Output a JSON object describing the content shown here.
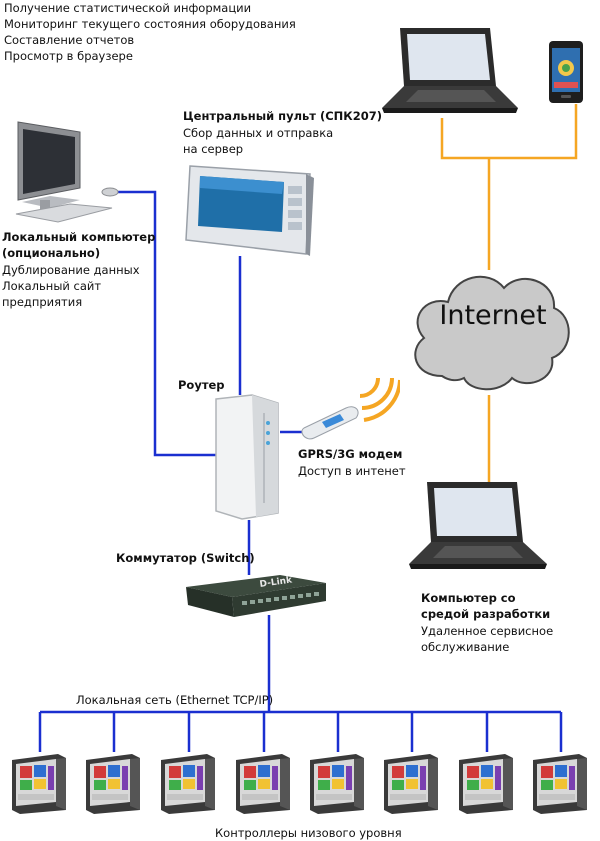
{
  "top_info": {
    "line1": "Получение статистической информации",
    "line2": "Мониторинг текущего состояния оборудования",
    "line3": "Составление отчетов",
    "line4": "Просмотр в браузере"
  },
  "central_panel": {
    "title": "Центральный пульт (СПК207)",
    "desc1": "Сбор данных и отправка",
    "desc2": "на сервер"
  },
  "local_pc": {
    "title1": "Локальный компьютер",
    "title2": "(опционально)",
    "desc1": "Дублирование данных",
    "desc2": "Локальный сайт",
    "desc3": "предприятия"
  },
  "internet": {
    "label": "Internet"
  },
  "router": {
    "label": "Роутер"
  },
  "modem": {
    "title": "GPRS/3G модем",
    "desc": "Доступ в интенет"
  },
  "switch": {
    "label": "Коммутатор (Switch)",
    "brand": "D-Link"
  },
  "dev_pc": {
    "title1": "Компьютер со",
    "title2": "средой разработки",
    "desc1": "Удаленное сервисное",
    "desc2": "обслуживание"
  },
  "lan": {
    "label": "Локальная сеть (Ethernet TCP/IP)"
  },
  "controllers": {
    "label": "Контроллеры низового уровня",
    "count": 8
  },
  "colors": {
    "blue_wire": "#1a2fd0",
    "orange_wire": "#f5a623",
    "cloud": "#c9c9c9"
  }
}
